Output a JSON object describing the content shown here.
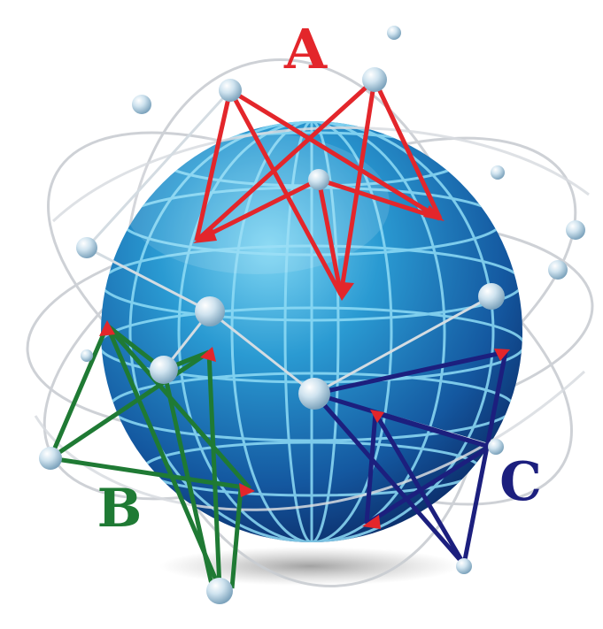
{
  "colors": {
    "group_a": "#e3262b",
    "group_b": "#1f7a34",
    "group_c": "#1c1f7e",
    "globe_light": "#5fc4ec",
    "globe_mid": "#1f7ab8",
    "globe_dark": "#0c2f6e",
    "orbit": "#c9cdd2",
    "node": "#a9c9de"
  },
  "groups": [
    {
      "id": "A",
      "label": "A",
      "color_key": "group_a"
    },
    {
      "id": "B",
      "label": "B",
      "color_key": "group_b"
    },
    {
      "id": "C",
      "label": "C",
      "color_key": "group_c"
    }
  ],
  "icons": [
    "globe-icon",
    "satellite-node-icon",
    "orbit-ring-icon",
    "arrowhead-icon"
  ]
}
